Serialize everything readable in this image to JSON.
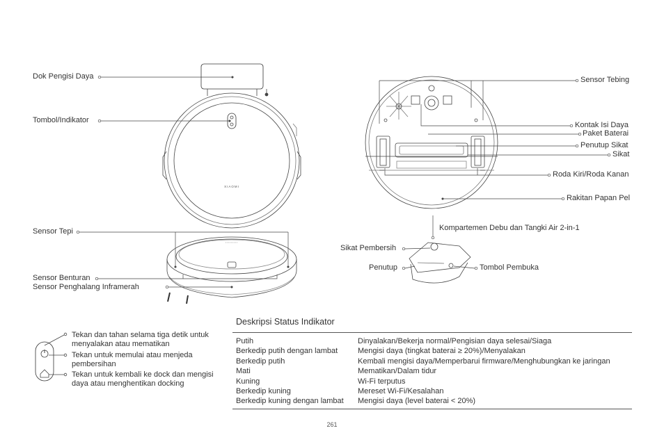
{
  "labels": {
    "dock": "Dok Pengisi Daya",
    "button_indicator": "Tombol/Indikator",
    "edge_sensor": "Sensor Tepi",
    "bumper_sensor": "Sensor Benturan",
    "ir_sensor": "Sensor Penghalang Inframerah",
    "cliff_sensor": "Sensor Tebing",
    "charging_contacts": "Kontak Isi Daya",
    "battery": "Paket Baterai",
    "brush_cover": "Penutup Sikat",
    "brush": "Sikat",
    "wheels": "Roda Kiri/Roda Kanan",
    "mop_assembly": "Rakitan Papan Pel",
    "dustbin": "Kompartemen Debu dan Tangki Air 2-in-1",
    "cleaning_brush": "Sikat Pembersih",
    "cover": "Penutup",
    "release_button": "Tombol Pembuka",
    "brand": "XIAOMI"
  },
  "buttons": {
    "power_desc": "Tekan dan tahan selama tiga detik untuk menyalakan atau mematikan",
    "clean_desc": "Tekan untuk memulai atau menjeda pembersihan",
    "dock_desc": "Tekan untuk kembali ke dock dan mengisi daya atau menghentikan docking"
  },
  "status": {
    "title": "Deskripsi Status Indikator",
    "rows": [
      {
        "state": "Putih",
        "meaning": "Dinyalakan/Bekerja normal/Pengisian daya selesai/Siaga"
      },
      {
        "state": "Berkedip putih dengan lambat",
        "meaning": "Mengisi daya (tingkat baterai ≥ 20%)/Menyalakan"
      },
      {
        "state": "Berkedip putih",
        "meaning": "Kembali mengisi daya/Memperbarui firmware/Menghubungkan ke jaringan"
      },
      {
        "state": "Mati",
        "meaning": "Mematikan/Dalam tidur"
      },
      {
        "state": "Kuning",
        "meaning": "Wi-Fi terputus"
      },
      {
        "state": "Berkedip kuning",
        "meaning": "Mereset Wi-Fi/Kesalahan"
      },
      {
        "state": "Berkedip kuning dengan lambat",
        "meaning": "Mengisi daya (level baterai < 20%)"
      }
    ]
  },
  "page_number": "261"
}
